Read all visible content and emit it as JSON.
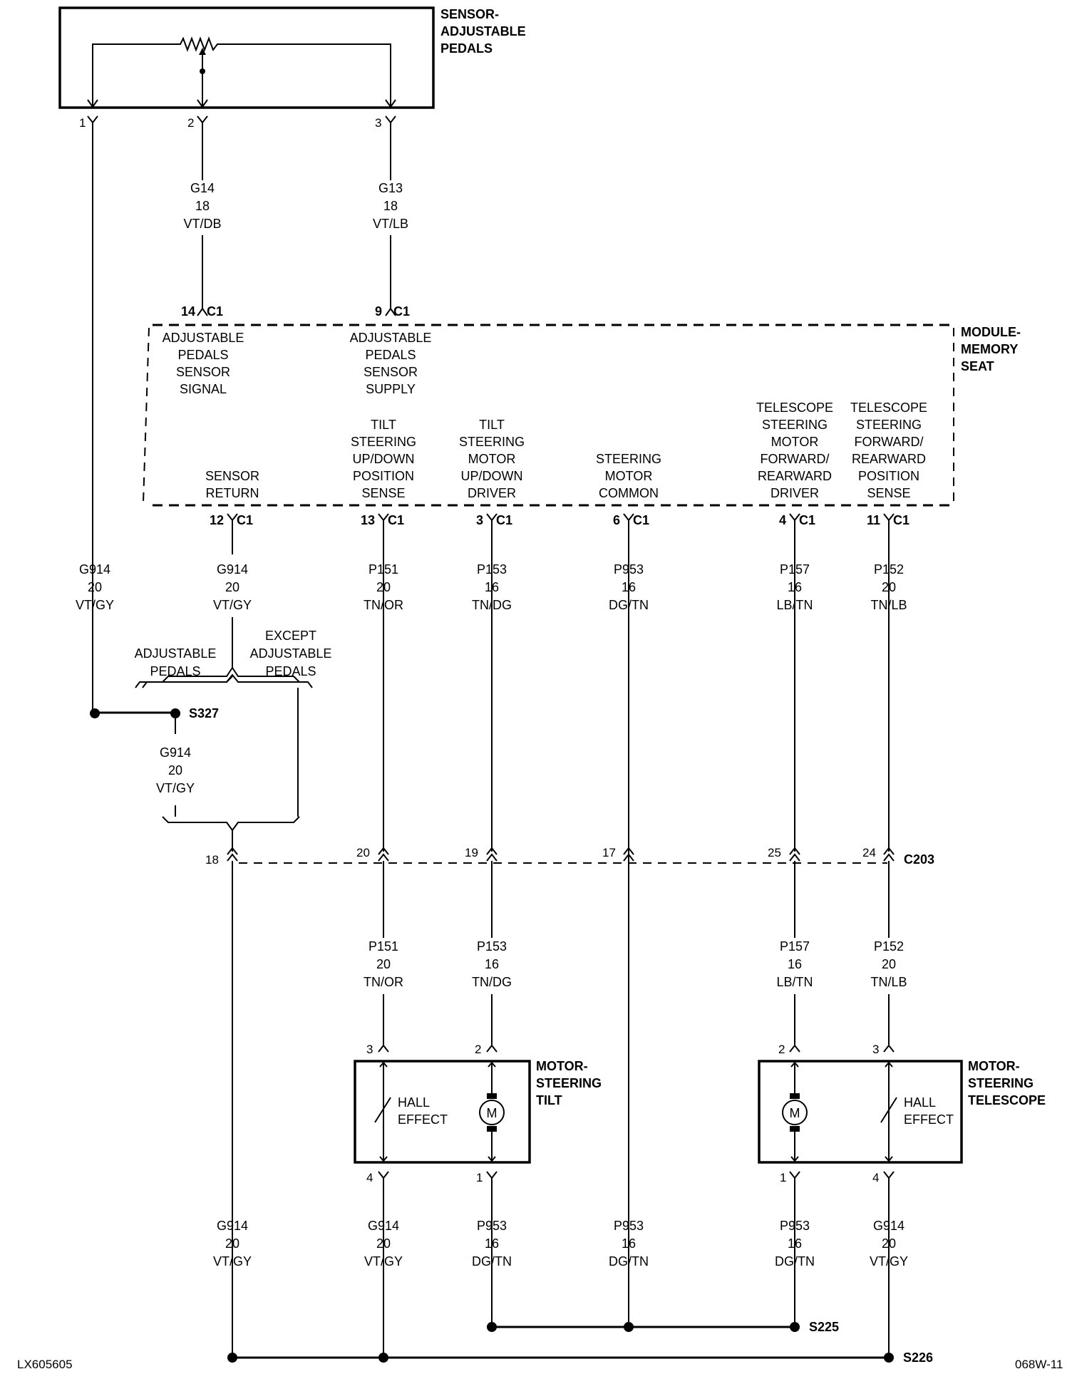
{
  "components": {
    "sensor": {
      "title": [
        "SENSOR-",
        "ADJUSTABLE",
        "PEDALS"
      ]
    },
    "module": {
      "title": [
        "MODULE-",
        "MEMORY",
        "SEAT"
      ]
    },
    "tilt_motor": {
      "title": [
        "MOTOR-",
        "STEERING",
        "TILT"
      ],
      "hall": [
        "HALL",
        "EFFECT"
      ],
      "motor_symbol": "M"
    },
    "telescope_motor": {
      "title": [
        "MOTOR-",
        "STEERING",
        "TELESCOPE"
      ],
      "hall": [
        "HALL",
        "EFFECT"
      ],
      "motor_symbol": "M"
    }
  },
  "sensor_pins": [
    "1",
    "2",
    "3"
  ],
  "module_functions_top": [
    [
      "ADJUSTABLE",
      "PEDALS",
      "SENSOR",
      "SIGNAL"
    ],
    [
      "ADJUSTABLE",
      "PEDALS",
      "SENSOR",
      "SUPPLY"
    ]
  ],
  "module_top_pins": [
    {
      "pin": "14",
      "conn": "C1"
    },
    {
      "pin": "9",
      "conn": "C1"
    }
  ],
  "module_functions_bottom": [
    [
      "SENSOR",
      "RETURN"
    ],
    [
      "TILT",
      "STEERING",
      "UP/DOWN",
      "POSITION",
      "SENSE"
    ],
    [
      "TILT",
      "STEERING",
      "MOTOR",
      "UP/DOWN",
      "DRIVER"
    ],
    [
      "STEERING",
      "MOTOR",
      "COMMON"
    ],
    [
      "TELESCOPE",
      "STEERING",
      "MOTOR",
      "FORWARD/",
      "REARWARD",
      "DRIVER"
    ],
    [
      "TELESCOPE",
      "STEERING",
      "FORWARD/",
      "REARWARD",
      "POSITION",
      "SENSE"
    ]
  ],
  "module_bottom_pins": [
    {
      "pin": "12",
      "conn": "C1"
    },
    {
      "pin": "13",
      "conn": "C1"
    },
    {
      "pin": "3",
      "conn": "C1"
    },
    {
      "pin": "6",
      "conn": "C1"
    },
    {
      "pin": "4",
      "conn": "C1"
    },
    {
      "pin": "11",
      "conn": "C1"
    }
  ],
  "wires": {
    "g14": [
      "G14",
      "18",
      "VT/DB"
    ],
    "g13": [
      "G13",
      "18",
      "VT/LB"
    ],
    "g914_left": [
      "G914",
      "20",
      "VT/GY"
    ],
    "g914_return": [
      "G914",
      "20",
      "VT/GY"
    ],
    "p151_upper": [
      "P151",
      "20",
      "TN/OR"
    ],
    "p153_upper": [
      "P153",
      "16",
      "TN/DG"
    ],
    "p953_upper": [
      "P953",
      "16",
      "DG/TN"
    ],
    "p157_upper": [
      "P157",
      "16",
      "LB/TN"
    ],
    "p152_upper": [
      "P152",
      "20",
      "TN/LB"
    ],
    "g914_s327": [
      "G914",
      "20",
      "VT/GY"
    ],
    "p151_lower": [
      "P151",
      "20",
      "TN/OR"
    ],
    "p153_lower": [
      "P153",
      "16",
      "TN/DG"
    ],
    "p157_lower": [
      "P157",
      "16",
      "LB/TN"
    ],
    "p152_lower": [
      "P152",
      "20",
      "TN/LB"
    ],
    "g914_b1": [
      "G914",
      "20",
      "VT/GY"
    ],
    "g914_b2": [
      "G914",
      "20",
      "VT/GY"
    ],
    "p953_b1": [
      "P953",
      "16",
      "DG/TN"
    ],
    "p953_b2": [
      "P953",
      "16",
      "DG/TN"
    ],
    "p953_b3": [
      "P953",
      "16",
      "DG/TN"
    ],
    "g914_b3": [
      "G914",
      "20",
      "VT/GY"
    ]
  },
  "options": {
    "adjustable": [
      "ADJUSTABLE",
      "PEDALS"
    ],
    "except": [
      "EXCEPT",
      "ADJUSTABLE",
      "PEDALS"
    ]
  },
  "c203": {
    "name": "C203",
    "pins": [
      "18",
      "20",
      "19",
      "17",
      "25",
      "24"
    ]
  },
  "motor_pins": {
    "tilt_top": [
      "3",
      "2"
    ],
    "tilt_bottom": [
      "4",
      "1"
    ],
    "tele_top": [
      "2",
      "3"
    ],
    "tele_bottom": [
      "1",
      "4"
    ]
  },
  "splices": {
    "s327": "S327",
    "s225": "S225",
    "s226": "S226"
  },
  "footer": {
    "left": "LX605605",
    "right": "068W-11"
  }
}
